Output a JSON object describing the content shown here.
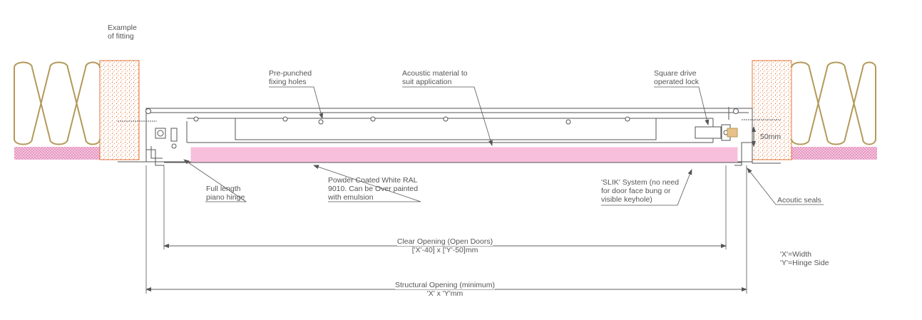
{
  "labels": {
    "example": [
      "Example",
      "of fitting"
    ],
    "pre_punched": [
      "Pre-punched",
      "fixing holes"
    ],
    "acoustic_material": [
      "Acoustic material to",
      "suit application"
    ],
    "square_drive": [
      "Square drive",
      "operated lock"
    ],
    "dim_50": "50mm",
    "piano_hinge": [
      "Full length",
      "piano hinge"
    ],
    "powder_coated": [
      "Powder Coated White RAL",
      "9010. Can be Over painted",
      "with emulsion"
    ],
    "slik": [
      "'SLIK' System (no need",
      "for door face bung or",
      "visible keyhole)"
    ],
    "acoustic_seals": "Acoutic seals",
    "clear_opening": [
      "Clear Opening (Open Doors)",
      "['X'-40] x ['Y'-50]mm"
    ],
    "structural_opening": [
      "Structural Opening (minimum)",
      "'X' x 'Y'mm"
    ],
    "key": [
      "'X'=Width",
      "'Y'=Hinge Side"
    ]
  },
  "colors": {
    "insulation": "#b39a5a",
    "plaster": "#d9569c",
    "masonry_dots": "#e0763a",
    "panel_pink": "#f7bfdc",
    "line": "#555555"
  }
}
